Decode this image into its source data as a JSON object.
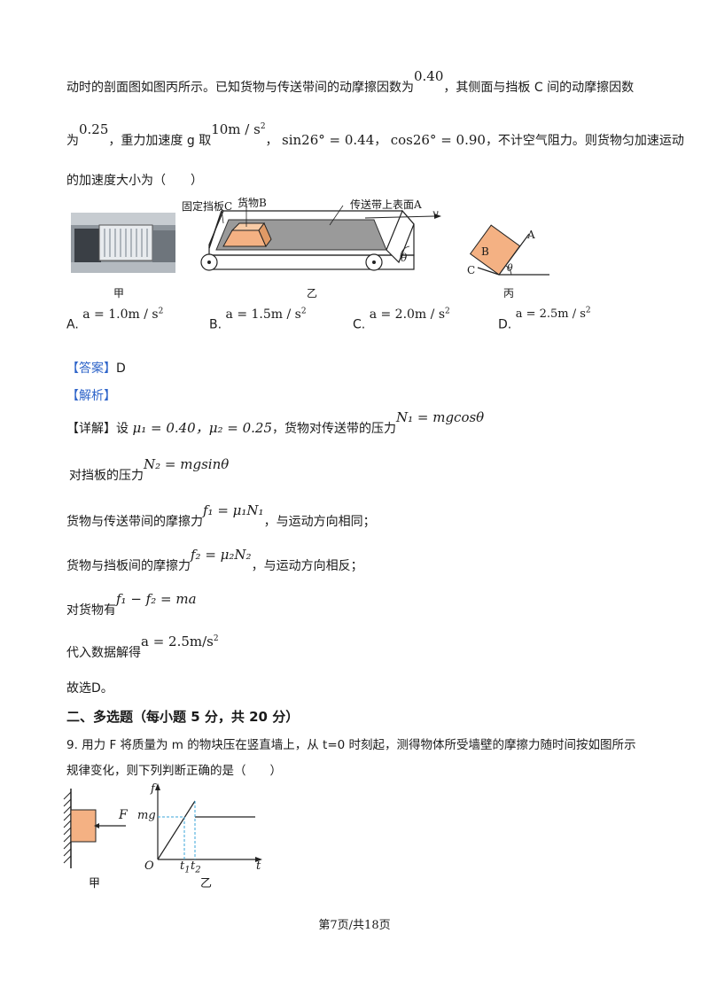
{
  "q8": {
    "line1_text": "动时的剖面图如图丙所示。已知货物与传送带间的动摩擦因数为",
    "mu1_value": "0.40",
    "line1_tail": "，其侧面与挡板 C 间的动摩擦因数",
    "line2_prefix": "为",
    "mu2_value": "0.25",
    "line2_g_text": "，重力加速度 g 取",
    "g_value": "10m / s",
    "sin_text": "sin26° = 0.44",
    "cos_text": "cos26° = 0.90",
    "line2_tail": "，不计空气阻力。则货物匀加速运动",
    "line3_text": "的加速度大小为（　　）",
    "fig_jia_label": "甲",
    "fig_yi_label": "乙",
    "fig_bing_label": "丙",
    "fig_yi_baffle": "固定挡板C",
    "fig_yi_cargo": "货物B",
    "fig_yi_belt": "传送带上表面A",
    "fig_yi_v": "v",
    "fig_yi_theta": "θ",
    "fig_bing_A": "A",
    "fig_bing_B": "B",
    "fig_bing_C": "C",
    "fig_bing_theta": "θ",
    "options": [
      {
        "label": "A.",
        "value": "a = 1.0m / s"
      },
      {
        "label": "B.",
        "value": "a = 1.5m / s"
      },
      {
        "label": "C.",
        "value": "a = 2.0m / s"
      },
      {
        "label": "D.",
        "value": "a = 2.5m / s"
      }
    ],
    "answer_tag": "【答案】",
    "answer_value": "D",
    "analysis_tag": "【解析】",
    "detail_tag": "【详解】",
    "detail_1a": "设",
    "detail_1_mu": "μ₁ = 0.40，μ₂ = 0.25",
    "detail_1b": "，货物对传送带的压力",
    "detail_1_N1": "N₁ = mgcosθ",
    "detail_2a": "对挡板的压力",
    "detail_2_N2": "N₂ = mgsinθ",
    "detail_3a": "货物与传送带间的摩擦力",
    "detail_3_f1": "f₁ = μ₁N₁",
    "detail_3b": "，与运动方向相同；",
    "detail_4a": "货物与挡板间的摩擦力",
    "detail_4_f2": "f₂ = μ₂N₂",
    "detail_4b": "，与运动方向相反；",
    "detail_5a": "对货物有",
    "detail_5_eq": "f₁ − f₂ = ma",
    "detail_6a": "代入数据解得",
    "detail_6_eq": "a = 2.5m/s",
    "conclusion": "故选D。"
  },
  "section2_title": "二、多选题（每小题 5 分，共 20 分）",
  "q9": {
    "line1": "9. 用力 F 将质量为 m 的物块压在竖直墙上，从 t=0 时刻起，测得物体所受墙壁的摩擦力随时间按如图所示",
    "line2": "规律变化，则下列判断正确的是（　　）",
    "fig_F": "F",
    "fig_jia": "甲",
    "fig_yi": "乙",
    "axis_f": "f",
    "axis_t": "t",
    "origin": "O",
    "mg": "mg",
    "t1": "t",
    "t2": "t"
  },
  "footer": "第7页/共18页",
  "colors": {
    "answer_blue": "#2e64c9",
    "block_orange": "#f4b183",
    "dashed_blue": "#3aa6d8"
  }
}
